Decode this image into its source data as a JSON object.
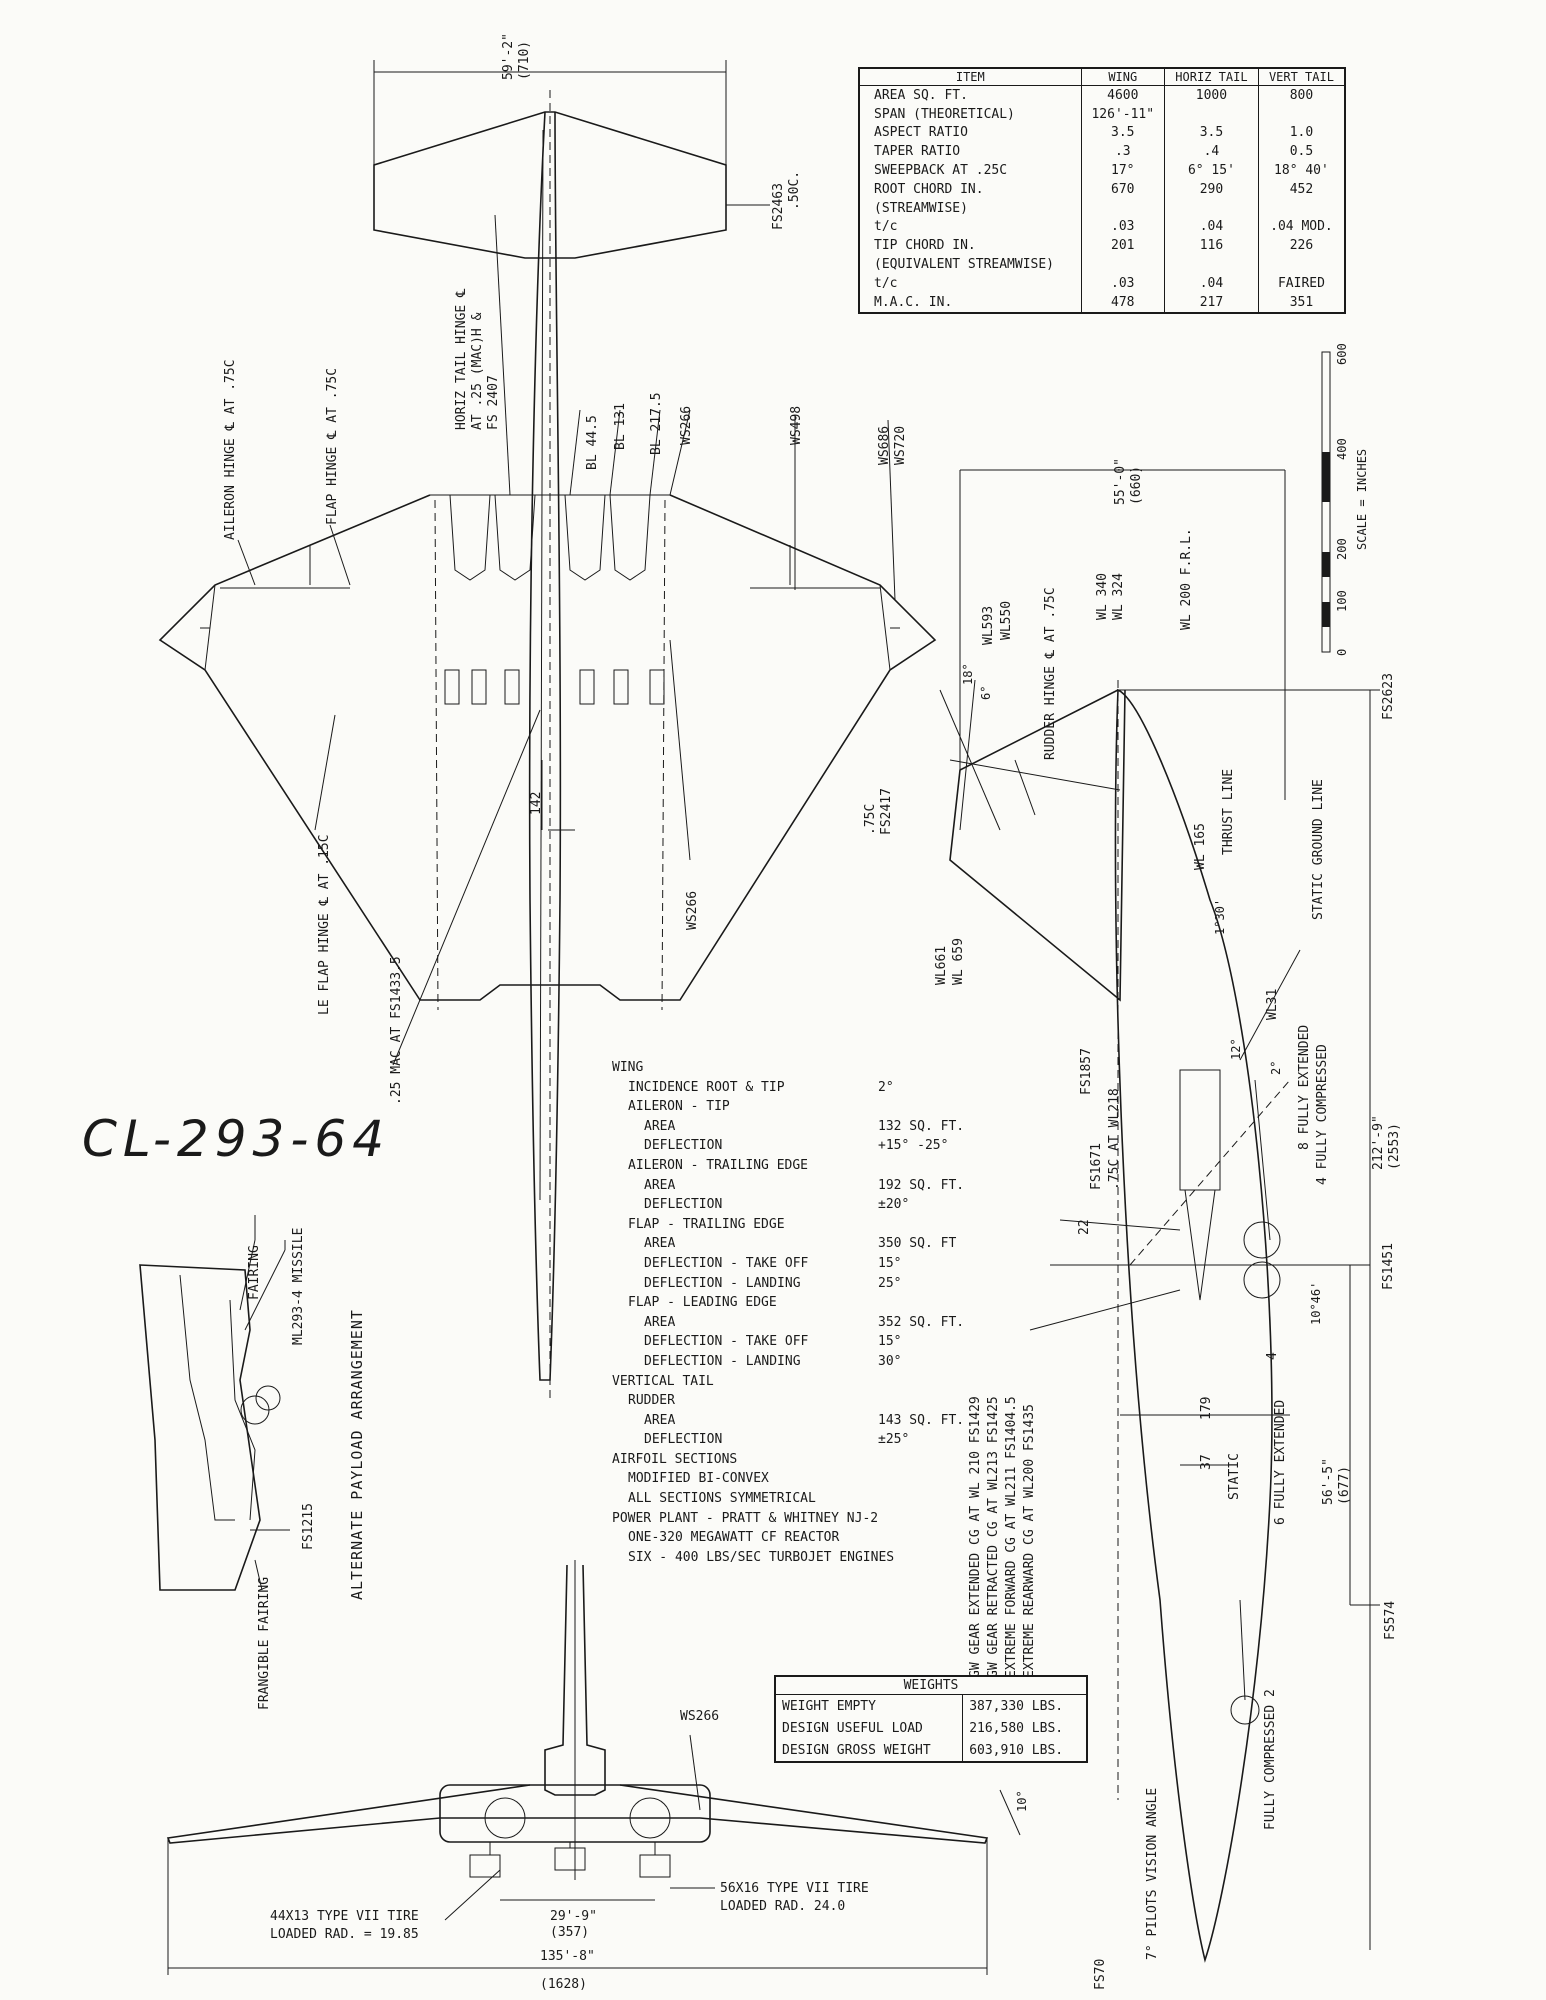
{
  "drawing_number": "CL-293-64",
  "characteristics_table": {
    "headers": [
      "ITEM",
      "WING",
      "HORIZ TAIL",
      "VERT TAIL"
    ],
    "rows": [
      [
        "AREA   SQ. FT.",
        "4600",
        "1000",
        "800"
      ],
      [
        "SPAN (THEORETICAL)",
        "126'-11\"",
        "",
        ""
      ],
      [
        "ASPECT RATIO",
        "3.5",
        "3.5",
        "1.0"
      ],
      [
        "TAPER RATIO",
        ".3",
        ".4",
        "0.5"
      ],
      [
        "SWEEPBACK AT .25C",
        "17°",
        "6° 15'",
        "18° 40'"
      ],
      [
        "ROOT CHORD IN.",
        "670",
        "290",
        "452"
      ],
      [
        "(STREAMWISE)",
        "",
        "",
        ""
      ],
      [
        "t/c",
        ".03",
        ".04",
        ".04 MOD."
      ],
      [
        "TIP CHORD IN.",
        "201",
        "116",
        "226"
      ],
      [
        "(EQUIVALENT STREAMWISE)",
        "",
        "",
        ""
      ],
      [
        "t/c",
        ".03",
        ".04",
        "FAIRED"
      ],
      [
        "M.A.C. IN.",
        "478",
        "217",
        "351"
      ]
    ]
  },
  "weights_table": {
    "title": "WEIGHTS",
    "rows": [
      [
        "WEIGHT EMPTY",
        "387,330 LBS."
      ],
      [
        "DESIGN USEFUL LOAD",
        "216,580 LBS."
      ],
      [
        "DESIGN GROSS WEIGHT",
        "603,910 LBS."
      ]
    ]
  },
  "wing_data": [
    {
      "label": "WING",
      "value": "",
      "indent": 0
    },
    {
      "label": "INCIDENCE ROOT & TIP",
      "value": "2°",
      "indent": 1
    },
    {
      "label": "AILERON - TIP",
      "value": "",
      "indent": 1
    },
    {
      "label": "AREA",
      "value": "132 SQ. FT.",
      "indent": 2
    },
    {
      "label": "DEFLECTION",
      "value": "+15° -25°",
      "indent": 2
    },
    {
      "label": "AILERON - TRAILING EDGE",
      "value": "",
      "indent": 1
    },
    {
      "label": "AREA",
      "value": "192 SQ. FT.",
      "indent": 2
    },
    {
      "label": "DEFLECTION",
      "value": "±20°",
      "indent": 2
    },
    {
      "label": "FLAP - TRAILING EDGE",
      "value": "",
      "indent": 1
    },
    {
      "label": "AREA",
      "value": "350 SQ. FT",
      "indent": 2
    },
    {
      "label": "DEFLECTION - TAKE OFF",
      "value": "15°",
      "indent": 2
    },
    {
      "label": "DEFLECTION - LANDING",
      "value": "25°",
      "indent": 2
    },
    {
      "label": "FLAP - LEADING EDGE",
      "value": "",
      "indent": 1
    },
    {
      "label": "AREA",
      "value": "352 SQ. FT.",
      "indent": 2
    },
    {
      "label": "DEFLECTION - TAKE OFF",
      "value": "15°",
      "indent": 2
    },
    {
      "label": "DEFLECTION - LANDING",
      "value": "30°",
      "indent": 2
    },
    {
      "label": "VERTICAL TAIL",
      "value": "",
      "indent": 0
    },
    {
      "label": "RUDDER",
      "value": "",
      "indent": 1
    },
    {
      "label": "AREA",
      "value": "143 SQ. FT.",
      "indent": 2
    },
    {
      "label": "DEFLECTION",
      "value": "±25°",
      "indent": 2
    },
    {
      "label": "AIRFOIL SECTIONS",
      "value": "",
      "indent": 0
    },
    {
      "label": "MODIFIED BI-CONVEX",
      "value": "",
      "indent": 1
    },
    {
      "label": "ALL SECTIONS SYMMETRICAL",
      "value": "",
      "indent": 1
    },
    {
      "label": "POWER PLANT - PRATT & WHITNEY NJ-2",
      "value": "",
      "indent": 0
    },
    {
      "label": "ONE-320 MEGAWATT CF REACTOR",
      "value": "",
      "indent": 1
    },
    {
      "label": "SIX - 400 LBS/SEC TURBOJET ENGINES",
      "value": "",
      "indent": 1
    }
  ],
  "cg_positions": [
    "GW GEAR EXTENDED CG AT WL 210  FS1429",
    "GW GEAR RETRACTED CG AT WL213  FS1425",
    "EXTREME FORWARD CG AT WL211  FS1404.5",
    "EXTREME REARWARD CG AT WL200  FS1435"
  ],
  "scale": {
    "label": "SCALE = INCHES",
    "ticks": [
      "0",
      "100",
      "200",
      "400",
      "600"
    ]
  },
  "alternate_payload": {
    "title": "ALTERNATE PAYLOAD ARRANGEMENT",
    "fairing": "FAIRING",
    "missile": "ML293-4 MISSILE",
    "frangible": "FRANGIBLE FAIRING",
    "station": "FS1215"
  },
  "plan_view_labels": {
    "span_tail": "59'-2\"",
    "span_tail_in": "(710)",
    "fs2463": "FS2463",
    "fs2463_note": ".50C.",
    "horiz_hinge_1": "HORIZ TAIL HINGE ℄",
    "horiz_hinge_2": "AT .25 (MAC)H &",
    "horiz_hinge_3": "FS 2407",
    "aileron_hinge": "AILERON HINGE ℄ AT .75C",
    "flap_hinge": "FLAP HINGE ℄ AT .75C",
    "bl445": "BL 44.5",
    "bl131": "BL 131",
    "bl2175": "BL 217.5",
    "ws266a": "WS266",
    "ws498": "WS498",
    "ws686": "WS686",
    "ws720": "WS720",
    "le_flap": "LE FLAP HINGE ℄ AT .15C",
    "mac25": ".25 MAC AT FS1433.5",
    "ws266b": "WS266",
    "dim142": "142"
  },
  "side_view_labels": {
    "span_vt": "55'-0\"",
    "span_vt_in": "(660)",
    "wl593": "WL593",
    "wl550": "WL550",
    "rudder_hinge": "RUDDER HINGE ℄ AT .75C",
    "wl340": "WL 340",
    "wl324": "WL 324",
    "wl200": "WL 200 F.R.L.",
    "fs2623": "FS2623",
    "deg18": "18°",
    "deg6": "6°",
    "c75": ".75C",
    "fs2417": "FS2417",
    "wl165": "WL 165",
    "thrust_line": "THRUST LINE",
    "static_ground": "STATIC GROUND LINE",
    "deg130": "1°30'",
    "wl661": "WL661",
    "wl659": "WL 659",
    "wl31": "WL31",
    "fs1857": "FS1857",
    "deg2": "2°",
    "deg12": "12°",
    "fully_extended_8": "8 FULLY EXTENDED",
    "fully_compressed_4": "4 FULLY COMPRESSED",
    "dim2129": "212'-9\"",
    "dim2553": "(2553)",
    "fs1671": "FS1671",
    "c75wl218": ".75C AT WL218",
    "dim22": "22",
    "fs1451": "FS1451",
    "deg1046": "10°46'",
    "dim4": "4",
    "dim179": "179",
    "dim37": "37",
    "static": "STATIC",
    "fully_extended_6": "6 FULLY EXTENDED",
    "dim565": "56'-5\"",
    "dim677": "(677)",
    "fs574": "FS574",
    "fully_compressed_2": "FULLY COMPRESSED 2",
    "pilot_vision": "7° PILOTS VISION ANGLE",
    "fs70": "FS70"
  },
  "front_view_labels": {
    "ws266": "WS266",
    "deg10": "10°",
    "tire_left_1": "44X13 TYPE VII TIRE",
    "tire_left_2": "LOADED RAD. = 19.85",
    "tire_right_1": "56X16 TYPE VII TIRE",
    "tire_right_2": "LOADED RAD. 24.0",
    "track": "29'-9\"",
    "track_in": "(357)",
    "span": "135'-8\"",
    "span_in": "(1628)"
  }
}
